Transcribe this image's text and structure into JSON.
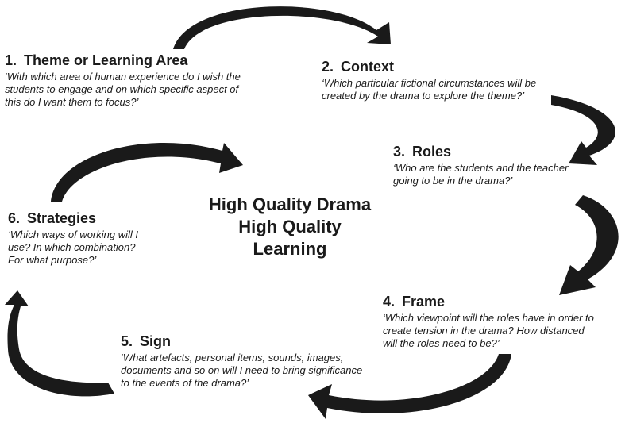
{
  "center": {
    "lines": [
      "High Quality Drama",
      "High Quality",
      "Learning"
    ]
  },
  "nodes": [
    {
      "number": "1.",
      "title": "Theme or Learning Area",
      "question": "‘With which area of human experience do I wish the students to engage and on which specific aspect of this do I want them to focus?’"
    },
    {
      "number": "2.",
      "title": "Context",
      "question": "‘Which particular fictional circumstances will be created by the drama to explore the theme?’"
    },
    {
      "number": "3.",
      "title": "Roles",
      "question": "‘Who are the students and the teacher going to be in the drama?’"
    },
    {
      "number": "4.",
      "title": "Frame",
      "question": "‘Which viewpoint will the roles have in order to create tension in the drama? How distanced will the roles need to be?’"
    },
    {
      "number": "5.",
      "title": "Sign",
      "question": "‘What artefacts, personal items, sounds, images, documents and so on will I need to bring significance to the events of the drama?’"
    },
    {
      "number": "6.",
      "title": "Strategies",
      "question": "‘Which ways of working will I use? In which combination? For what purpose?’"
    }
  ],
  "colors": {
    "arrow": "#1a1a1a",
    "text": "#1a1a1a"
  }
}
